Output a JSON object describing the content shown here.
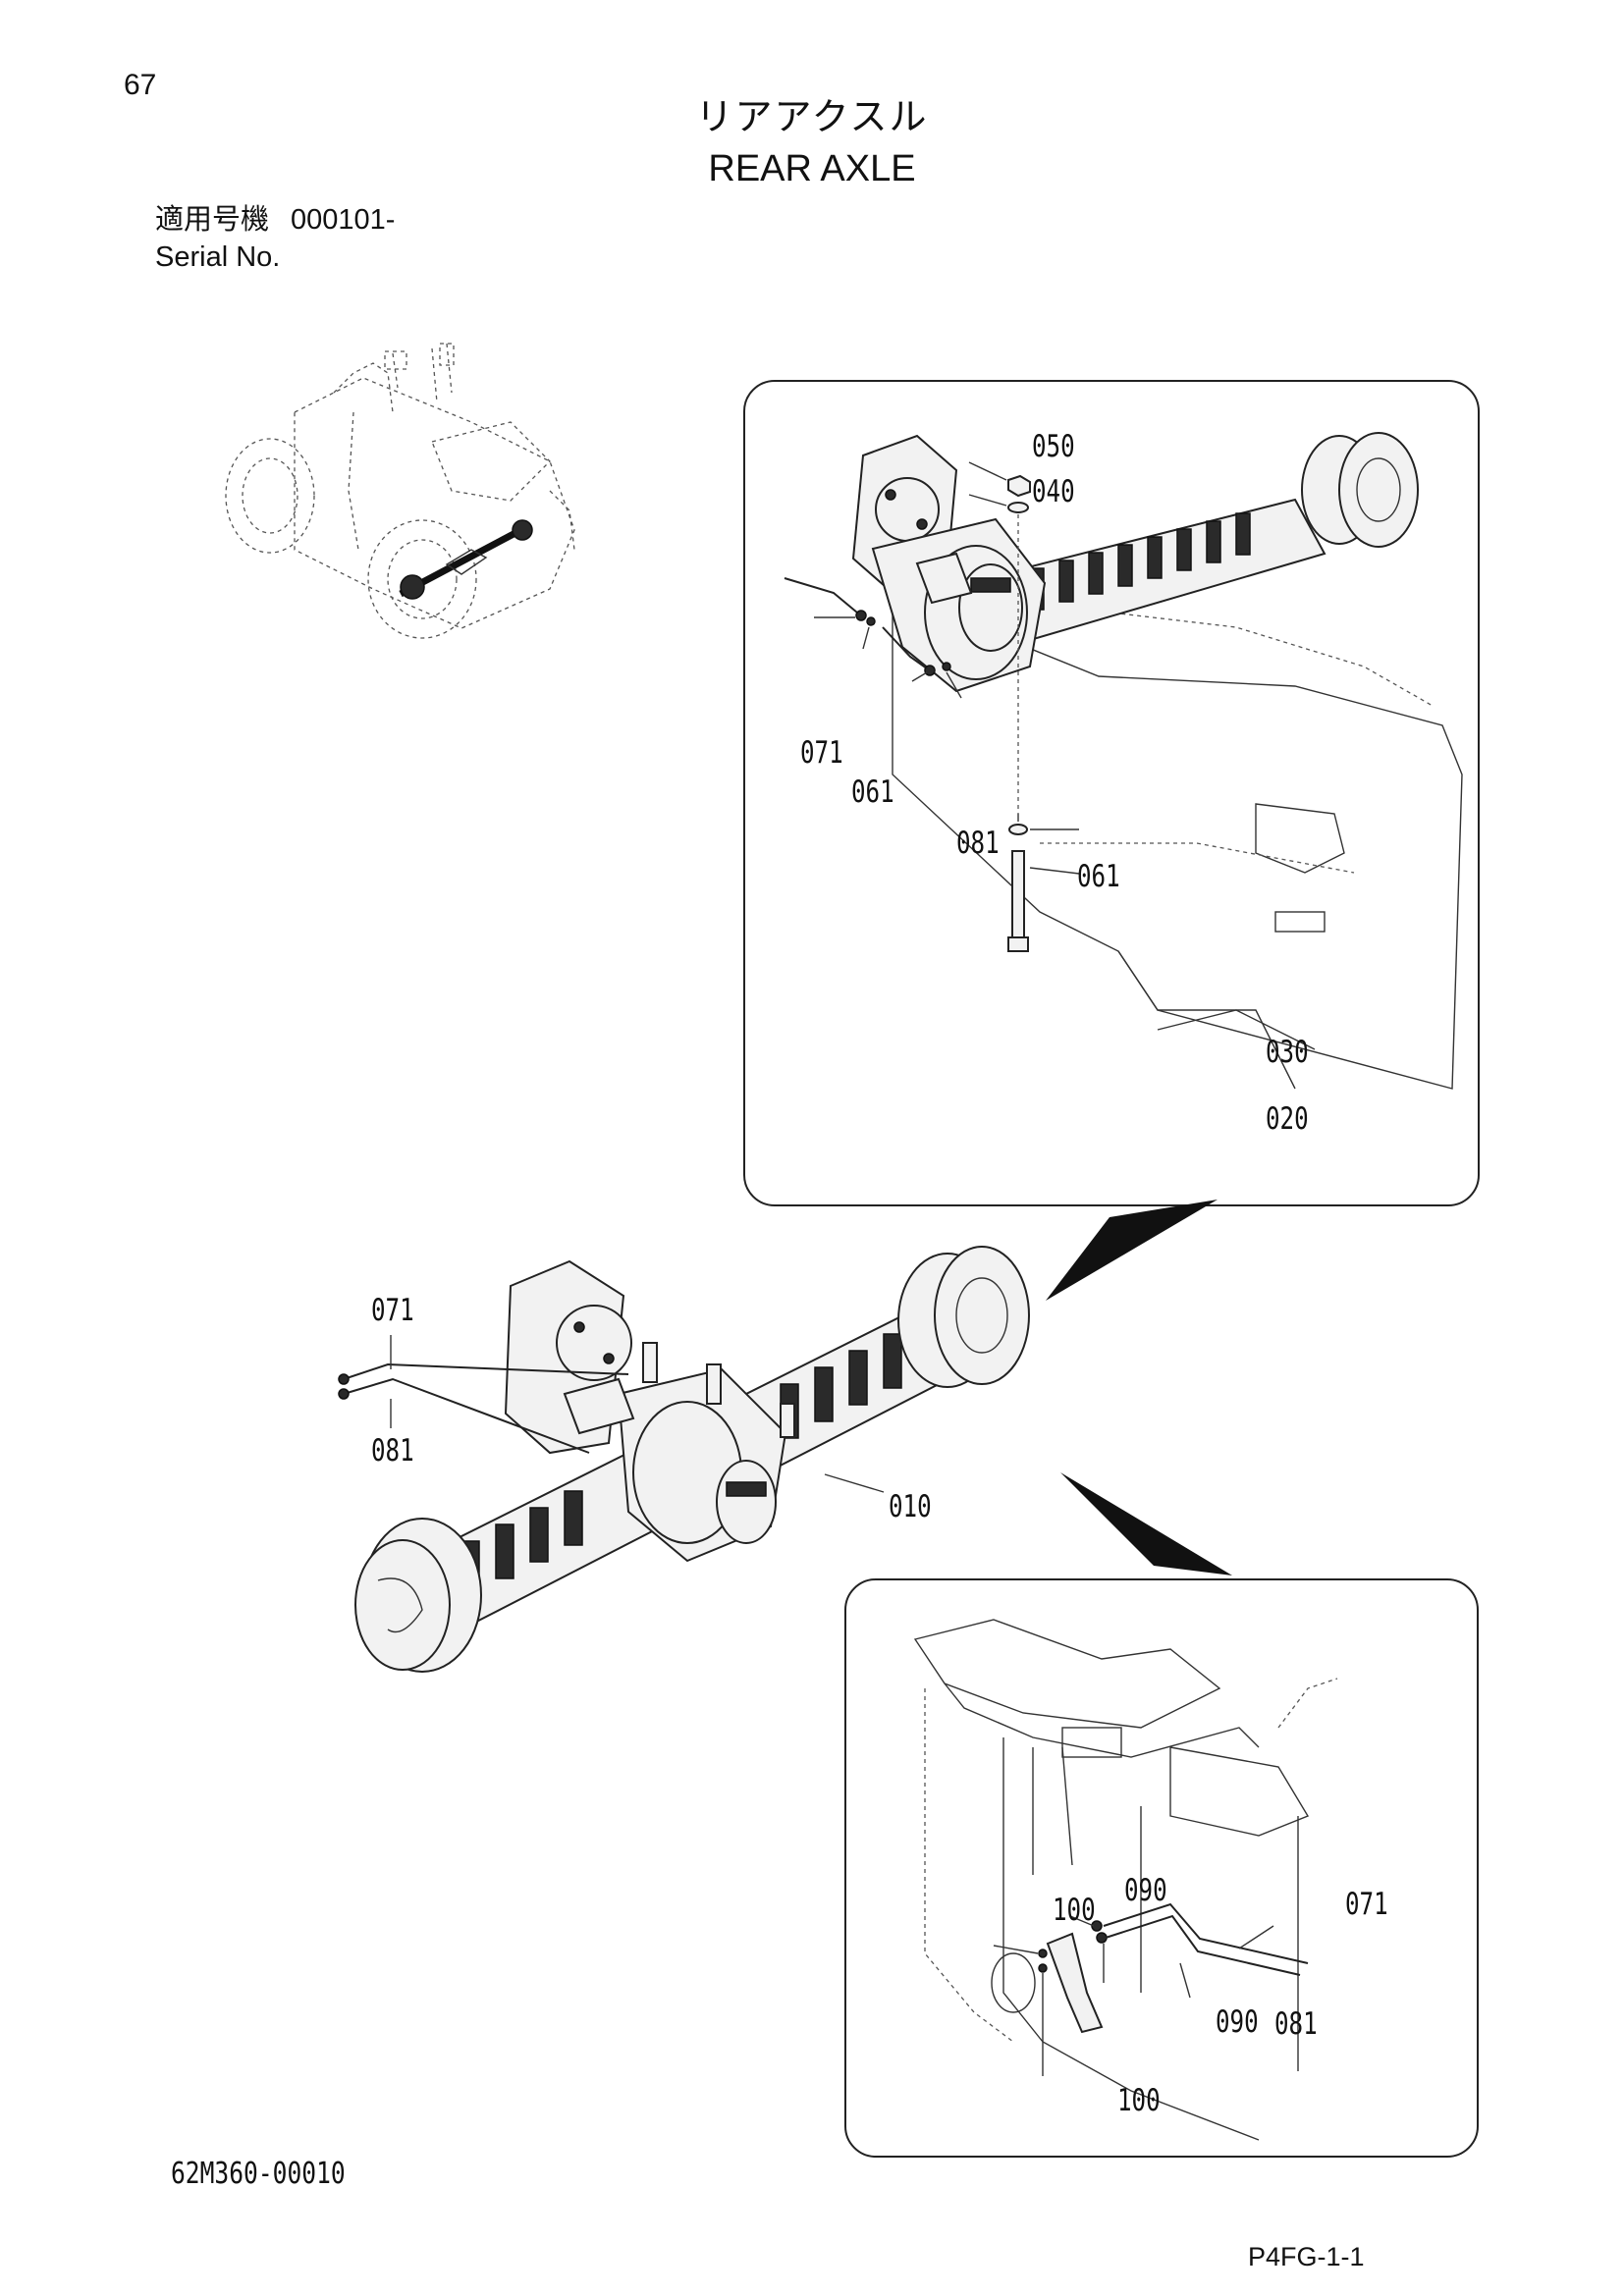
{
  "page": {
    "number": "67",
    "title_ja": "リアアクスル",
    "title_en": "REAR AXLE"
  },
  "serial": {
    "label_ja": "適用号機",
    "value": "000101-",
    "label_en": "Serial No."
  },
  "inset_top_callouts": {
    "p050": "050",
    "p040": "040",
    "p071": "071",
    "p061a": "061",
    "p081": "081",
    "p061b": "061",
    "p030": "030",
    "p020": "020"
  },
  "main_callouts": {
    "p071": "071",
    "p081": "081",
    "p010": "010"
  },
  "inset_bottom_callouts": {
    "p100a": "100",
    "p090a": "090",
    "p071": "071",
    "p090b": "090",
    "p081": "081",
    "p100b": "100"
  },
  "footer": {
    "drawing_code": "62M360-00010",
    "page_ref": "P4FG-1-1"
  }
}
